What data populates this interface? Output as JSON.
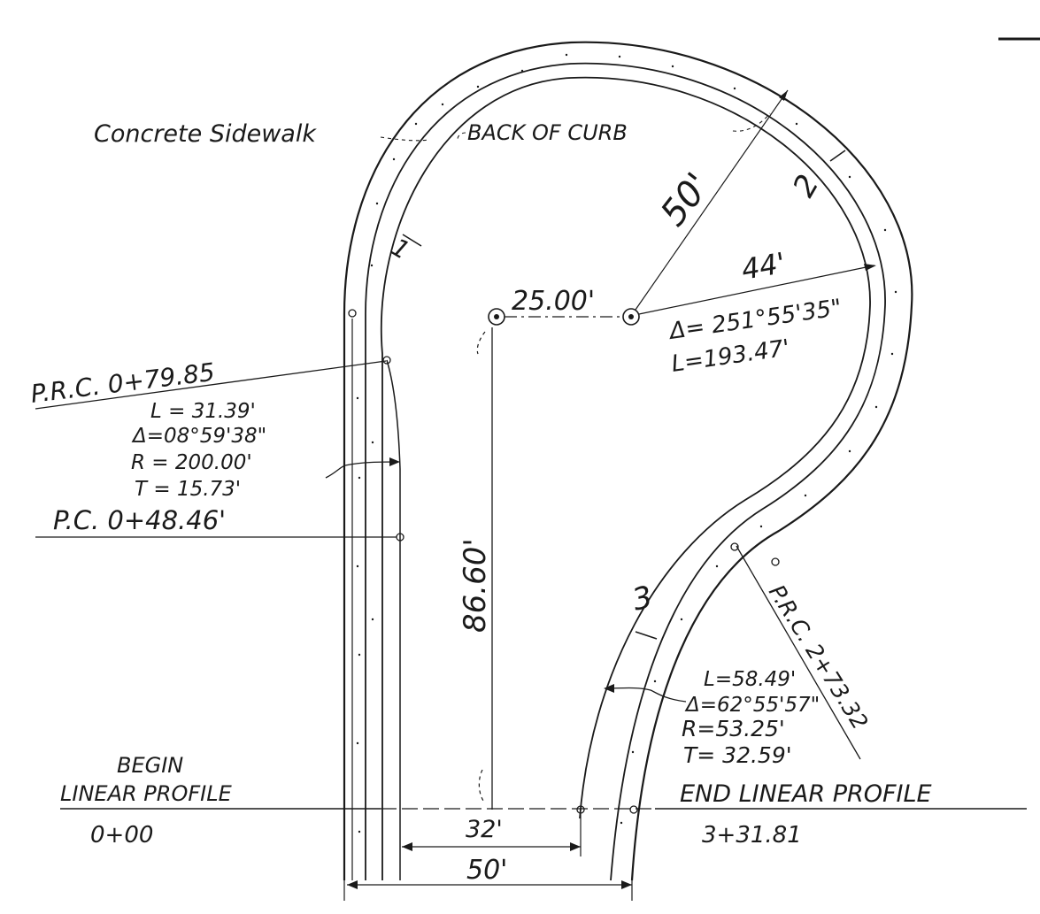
{
  "labels": {
    "concrete_sidewalk": "Concrete Sidewalk",
    "back_of_curb": "BACK OF CURB",
    "radius_50": "50'",
    "segment_1": "1",
    "segment_2": "2",
    "segment_3": "3",
    "center_offset": "25.00'",
    "radius_44": "44'",
    "main_delta": "Δ= 251°55'35\"",
    "main_length": "L=193.47'",
    "prc_1": "P.R.C. 0+79.85",
    "curve1_L": "L = 31.39'",
    "curve1_delta": "Δ=08°59'38\"",
    "curve1_R": "R = 200.00'",
    "curve1_T": "T = 15.73'",
    "pc": "P.C. 0+48.46'",
    "vertical_dim": "86.60'",
    "prc_2": "P.R.C. 2+73.32",
    "curve3_L": "L=58.49'",
    "curve3_delta": "Δ=62°55'57\"",
    "curve3_R": "R=53.25'",
    "curve3_T": "T= 32.59'",
    "begin_1": "BEGIN",
    "begin_2": "LINEAR PROFILE",
    "begin_station": "0+00",
    "end_label": "END LINEAR PROFILE",
    "end_station": "3+31.81",
    "dim_32": "32'",
    "dim_50": "50'"
  }
}
